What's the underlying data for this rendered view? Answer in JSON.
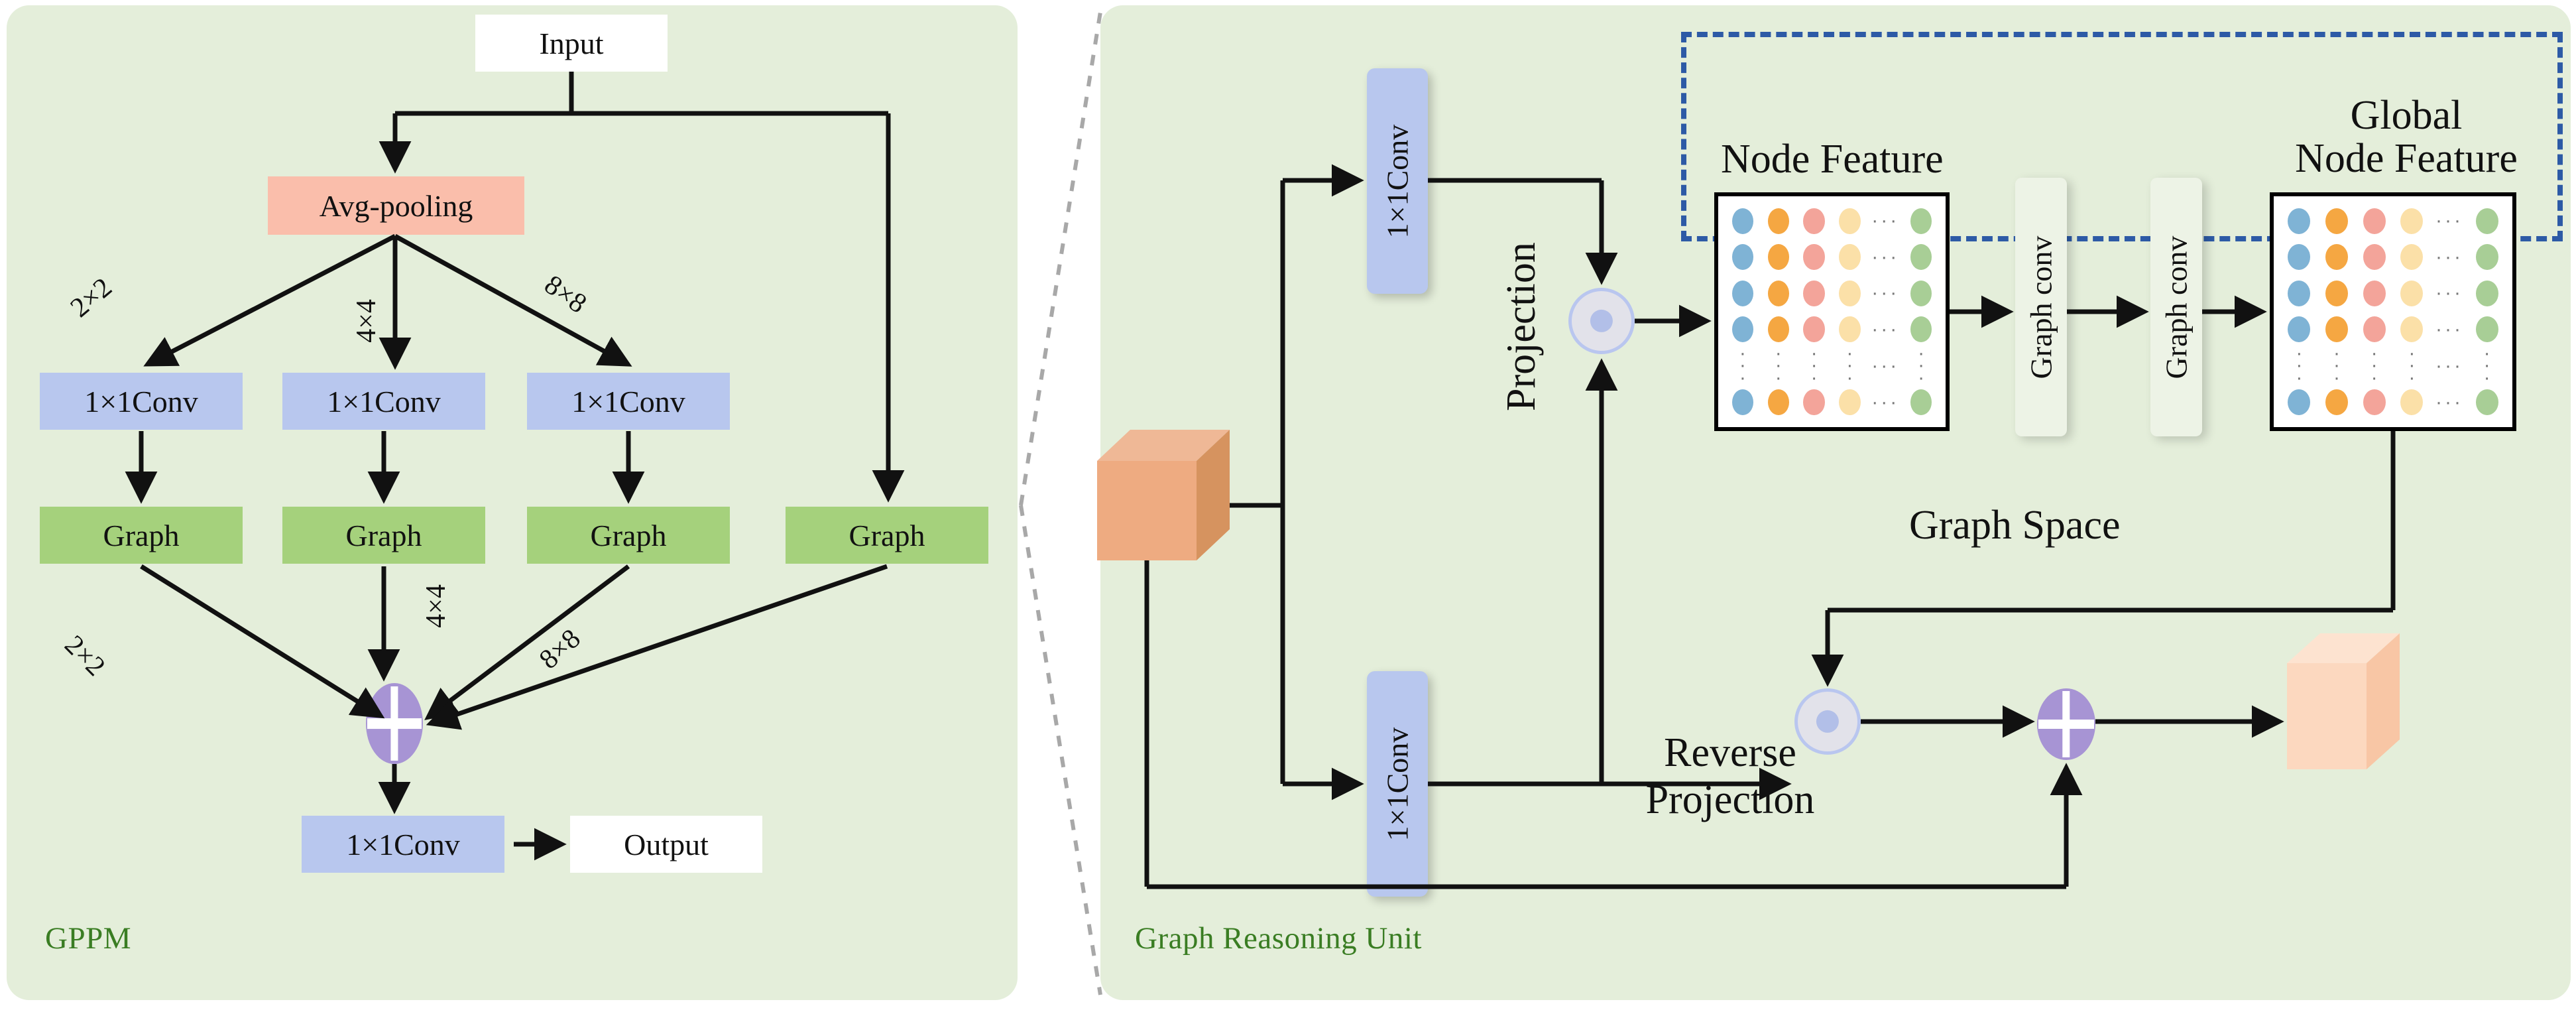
{
  "colors": {
    "panel_bg": "#e4eeda",
    "conv_blue": "#b8c7ee",
    "graph_green": "#a5d17c",
    "pool_orange": "#fabeab",
    "caption_green": "#3a7d23",
    "plus_purple": "#a794d4",
    "dashed_blue": "#2d5aa6",
    "cube_orange": "#eda87c",
    "cube_output": "#fbd5bb",
    "matrix_blue": "#7fb3d5",
    "matrix_orange": "#f5a742",
    "matrix_salmon": "#f3a49a",
    "matrix_yellow": "#fbe0a8",
    "matrix_green": "#a8ce96"
  },
  "gppm": {
    "caption": "GPPM",
    "input_label": "Input",
    "pooling_label": "Avg-pooling",
    "branch_scales": [
      "2×2",
      "4×4",
      "8×8"
    ],
    "merge_scales": [
      "2×2",
      "4×4",
      "8×8"
    ],
    "conv_labels": [
      "1×1Conv",
      "1×1Conv",
      "1×1Conv"
    ],
    "graph_labels": [
      "Graph",
      "Graph",
      "Graph",
      "Graph"
    ],
    "fuse_icon": "plus-circle",
    "final_conv_label": "1×1Conv",
    "output_label": "Output"
  },
  "gru": {
    "caption": "Graph Reasoning Unit",
    "input_cube_name": "input-feature-cube",
    "output_cube_name": "output-feature-cube",
    "top_conv_label": "1×1Conv",
    "bottom_conv_label": "1×1Conv",
    "projection_label": "Projection",
    "reverse_projection_label_line1": "Reverse",
    "reverse_projection_label_line2": "Projection",
    "graph_space_label": "Graph Space",
    "node_feature_label": "Node Feature",
    "global_node_feature_line1": "Global",
    "global_node_feature_line2": "Node Feature",
    "graph_conv_labels": [
      "Graph conv",
      "Graph conv"
    ],
    "projection_icon": "dot-product-circle",
    "reverse_projection_icon": "dot-product-circle",
    "sum_icon": "plus-circle",
    "ellipsis_horizontal": "···",
    "ellipsis_vertical": "⋮"
  },
  "matrix": {
    "columns": 5,
    "rows": 6,
    "column_colors": [
      "#7fb3d5",
      "#f5a742",
      "#f3a49a",
      "#fbe0a8",
      "ellipsis",
      "#a8ce96"
    ],
    "ellipsis_row_index": 4,
    "ellipsis_col_index": 4
  }
}
